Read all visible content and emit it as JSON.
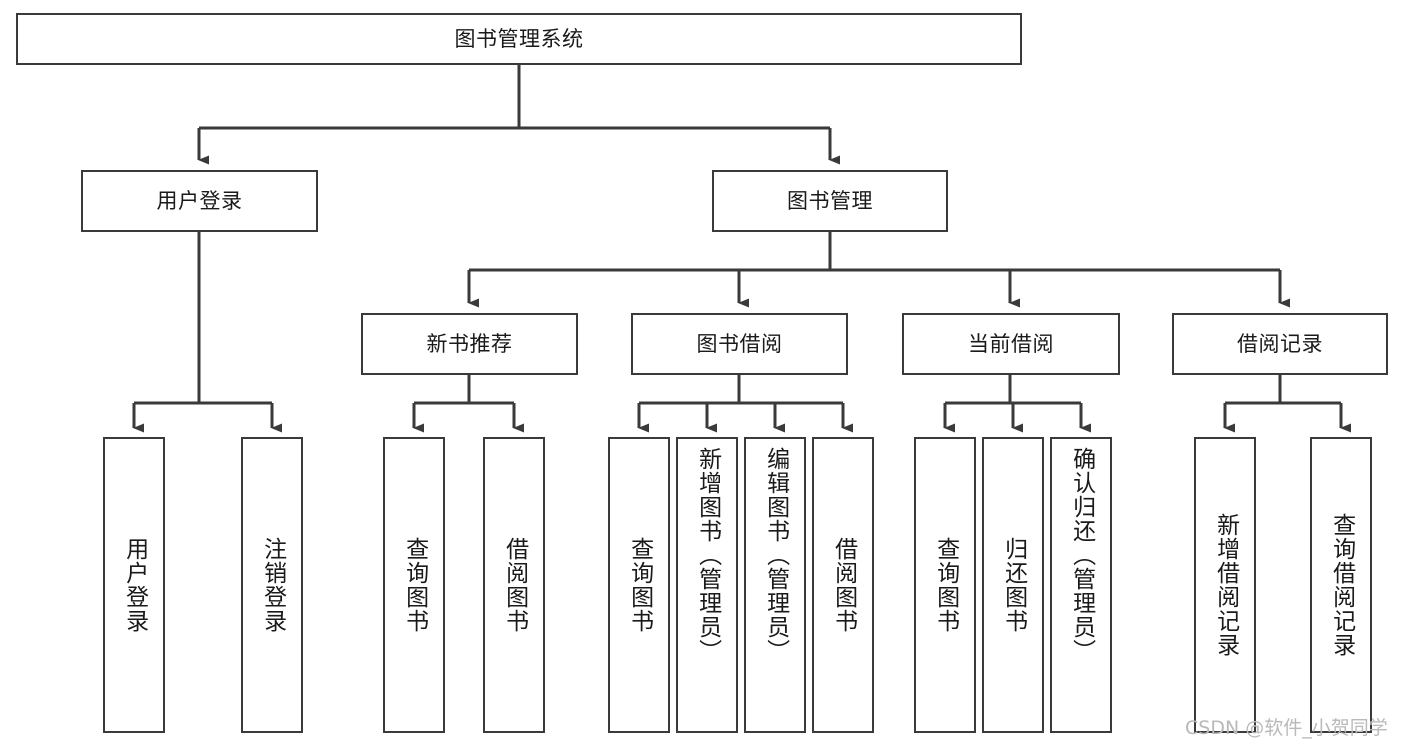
{
  "diagram": {
    "title": "图书管理系统",
    "type": "tree-hierarchy",
    "orientation": "top-down",
    "colors": {
      "box_stroke": "#3a3a3a",
      "box_fill": "#ffffff",
      "connector": "#3a3a3a",
      "text": "#1a1a1a",
      "watermark": "#b9b9b9"
    }
  },
  "root": {
    "label": "图书管理系统"
  },
  "level2": [
    {
      "label": "用户登录"
    },
    {
      "label": "图书管理"
    }
  ],
  "level3": [
    {
      "label": "新书推荐"
    },
    {
      "label": "图书借阅"
    },
    {
      "label": "当前借阅"
    },
    {
      "label": "借阅记录"
    }
  ],
  "leaves": {
    "user_login": [
      {
        "label": "用户登录"
      },
      {
        "label": "注销登录"
      }
    ],
    "new_book_recommend": [
      {
        "label": "查询图书"
      },
      {
        "label": "借阅图书"
      }
    ],
    "book_borrow": [
      {
        "label": "查询图书"
      },
      {
        "label": "新增图书（管理员）"
      },
      {
        "label": "编辑图书（管理员）"
      },
      {
        "label": "借阅图书"
      }
    ],
    "current_borrow": [
      {
        "label": "查询图书"
      },
      {
        "label": "归还图书"
      },
      {
        "label": "确认归还（管理员）"
      }
    ],
    "borrow_record": [
      {
        "label": "新增借阅记录"
      },
      {
        "label": "查询借阅记录"
      }
    ]
  },
  "watermark": {
    "text": "CSDN @软件_小贺同学"
  }
}
